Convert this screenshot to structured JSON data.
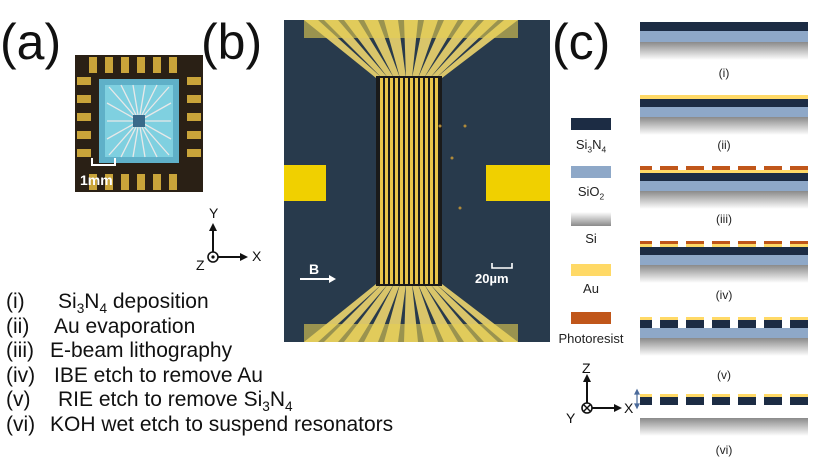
{
  "panel_labels": [
    "(a)",
    "(b)",
    "(c)"
  ],
  "chip": {
    "scale_bar": "1mm"
  },
  "micrograph": {
    "field_label": "B",
    "scale_bar": "20µm"
  },
  "axes_ab": {
    "y": "Y",
    "x": "X",
    "z": "Z"
  },
  "axes_c": {
    "z": "Z",
    "x": "X",
    "y": "Y"
  },
  "process_steps": [
    {
      "num": "(i)",
      "text_parts": [
        "Si",
        "3",
        "N",
        "4",
        " deposition"
      ]
    },
    {
      "num": "(ii)",
      "text": "Au evaporation"
    },
    {
      "num": "(iii)",
      "text": "E-beam lithography"
    },
    {
      "num": "(iv)",
      "text": "IBE etch to remove Au"
    },
    {
      "num": "(v)",
      "text_parts": [
        "RIE etch to remove Si",
        "3",
        "N",
        "4",
        ""
      ]
    },
    {
      "num": "(vi)",
      "text": "KOH wet etch to suspend resonators"
    }
  ],
  "legend": [
    {
      "label_parts": [
        "Si",
        "3",
        "N",
        "4"
      ],
      "color": "#1c2c44"
    },
    {
      "label_parts": [
        "SiO",
        "2"
      ],
      "color": "#8ea8c8"
    },
    {
      "label": "Si",
      "color": "#8a8a8a"
    },
    {
      "label": "Au",
      "color": "#ffd966"
    },
    {
      "label": "Photoresist",
      "color": "#c0561a"
    }
  ],
  "cross_section_labels": [
    "(i)",
    "(ii)",
    "(iii)",
    "(iv)",
    "(v)",
    "(vi)"
  ],
  "colors": {
    "si3n4": "#1c2c44",
    "sio2": "#8ea8c8",
    "au": "#ffd966",
    "photoresist": "#c0561a",
    "micro_bg": "#283a4c"
  }
}
